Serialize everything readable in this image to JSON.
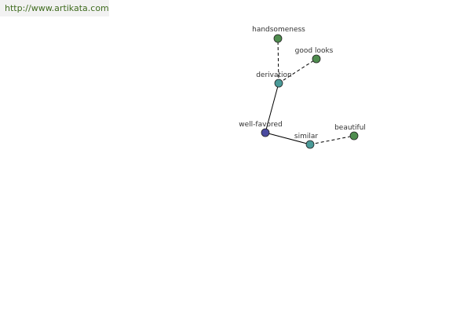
{
  "source_url": "http://www.artikata.com",
  "colors": {
    "center": "#4a4aa0",
    "intermediate": "#4a9a98",
    "leaf": "#4f8d4f",
    "edge": "#000000"
  },
  "graph": {
    "nodes": [
      {
        "id": "well-favored",
        "label": "well-favored",
        "type": "center"
      },
      {
        "id": "derivation",
        "label": "derivation",
        "type": "intermediate"
      },
      {
        "id": "similar",
        "label": "similar",
        "type": "intermediate"
      },
      {
        "id": "handsomeness",
        "label": "handsomeness",
        "type": "leaf"
      },
      {
        "id": "good-looks",
        "label": "good looks",
        "type": "leaf"
      },
      {
        "id": "beautiful",
        "label": "beautiful",
        "type": "leaf"
      }
    ],
    "edges": [
      {
        "from": "well-favored",
        "to": "derivation",
        "style": "solid"
      },
      {
        "from": "well-favored",
        "to": "similar",
        "style": "solid"
      },
      {
        "from": "derivation",
        "to": "handsomeness",
        "style": "dashed"
      },
      {
        "from": "derivation",
        "to": "good-looks",
        "style": "dashed"
      },
      {
        "from": "similar",
        "to": "beautiful",
        "style": "dashed"
      }
    ]
  }
}
